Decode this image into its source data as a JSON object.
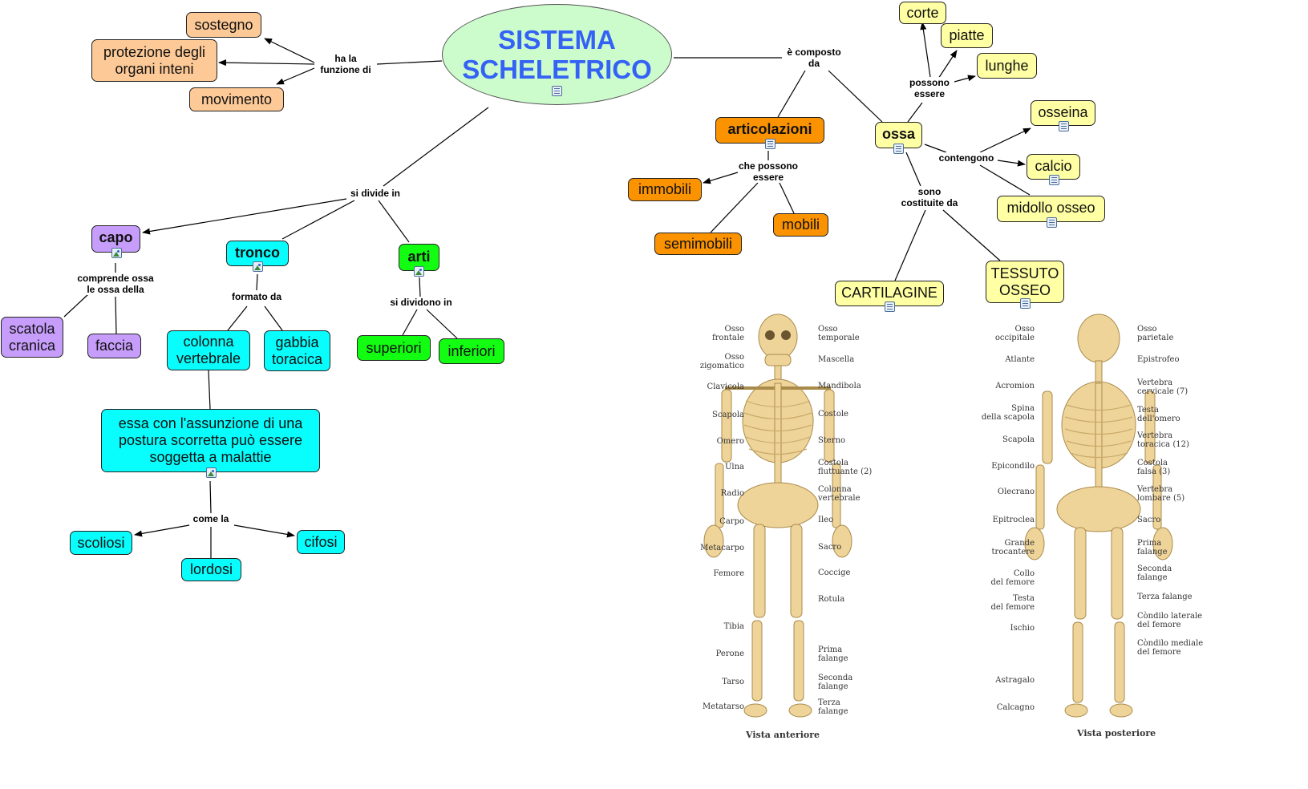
{
  "title": {
    "line1": "SISTEMA",
    "line2": "SCHELETRICO"
  },
  "nodes": {
    "sostegno": "sostegno",
    "protezione_l1": "protezione degli",
    "protezione_l2": "organi inteni",
    "movimento": "movimento",
    "capo": "capo",
    "tronco": "tronco",
    "arti": "arti",
    "scatola_l1": "scatola",
    "scatola_l2": "cranica",
    "faccia": "faccia",
    "colonna_l1": "colonna",
    "colonna_l2": "vertebrale",
    "gabbia_l1": "gabbia",
    "gabbia_l2": "toracica",
    "superiori": "superiori",
    "inferiori": "inferiori",
    "essa_l1": "essa con l'assunzione di una",
    "essa_l2": "postura scorretta può essere",
    "essa_l3": "soggetta a malattie",
    "scoliosi": "scoliosi",
    "lordosi": "lordosi",
    "cifosi": "cifosi",
    "articolazioni": "articolazioni",
    "ossa": "ossa",
    "immobili": "immobili",
    "semimobili": "semimobili",
    "mobili": "mobili",
    "corte": "corte",
    "piatte": "piatte",
    "lunghe": "lunghe",
    "osseina": "osseina",
    "calcio": "calcio",
    "midollo": "midollo osseo",
    "cartilagine": "CARTILAGINE",
    "tessuto_l1": "TESSUTO",
    "tessuto_l2": "OSSEO"
  },
  "links": {
    "ha_la_l1": "ha la",
    "ha_la_l2": "funzione di",
    "e_composto_l1": "è composto",
    "e_composto_l2": "da",
    "si_divide": "si divide in",
    "comprende_l1": "comprende ossa",
    "comprende_l2": "le ossa della",
    "formato": "formato da",
    "si_dividono": "si dividono in",
    "come_la": "come la",
    "che_possono_l1": "che possono",
    "che_possono_l2": "essere",
    "possono_l1": "possono",
    "possono_l2": "essere",
    "contengono": "contengono",
    "sono_l1": "sono",
    "sono_l2": "costituite da"
  },
  "skeleton_anterior": {
    "caption": "Vista anteriore",
    "left_labels": [
      "Osso\nfrontale",
      "Osso\nzigomatico",
      "Clavicola",
      "Scapola",
      "Omero",
      "Ulna",
      "Radio",
      "Carpo",
      "Metacarpo",
      "Femore",
      "Tibia",
      "Perone",
      "Tarso",
      "Metatarso"
    ],
    "right_labels": [
      "Osso\ntemporale",
      "Mascella",
      "Mandibola",
      "Costole",
      "Sterno",
      "Costola\nfluttuante (2)",
      "Colonna\nvertebrale",
      "Ileo",
      "Sacro",
      "Coccige",
      "Rotula",
      "Prima\nfalange",
      "Seconda\nfalange",
      "Terza\nfalange"
    ]
  },
  "skeleton_posterior": {
    "caption": "Vista posteriore",
    "left_labels": [
      "Osso\noccipitale",
      "Atlante",
      "Acromion",
      "Spina\ndella scapola",
      "Scapola",
      "Epicondilo",
      "Olecrano",
      "Epitroclea",
      "Grande\ntrocantere",
      "Collo\ndel femore",
      "Testa\ndel femore",
      "Ischio",
      "Astragalo",
      "Calcagno"
    ],
    "right_labels": [
      "Osso\nparietale",
      "Epistrofeo",
      "Vertebra\ncervicale (7)",
      "Testa\ndell'omero",
      "Vertebra\ntoracica (12)",
      "Costola\nfalsa (3)",
      "Vertebra\nlombare (5)",
      "Sacro",
      "Prima\nfalange",
      "Seconda\nfalange",
      "Terza falange",
      "Còndilo laterale\ndel femore",
      "Còndilo mediale\ndel femore"
    ]
  },
  "colors": {
    "title_text": "#3462f5",
    "title_fill": "#ccfccc",
    "orange_light": "#fdc996",
    "orange": "#fb9300",
    "yellow": "#ffffa3",
    "purple": "#c79dfb",
    "cyan": "#08fdfd",
    "green": "#12fd12",
    "bone": "#efd49a"
  }
}
